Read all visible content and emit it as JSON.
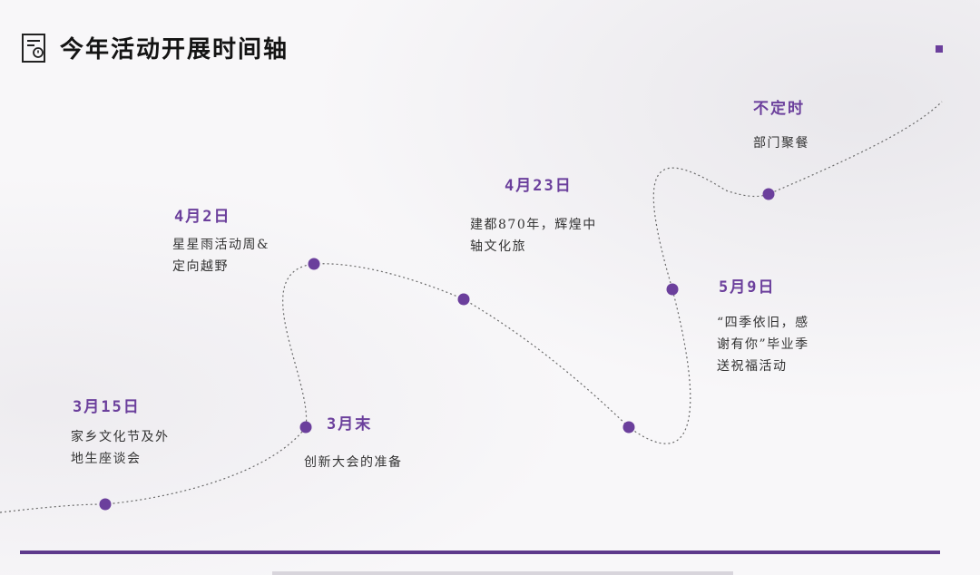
{
  "header": {
    "title": "今年活动开展时间轴"
  },
  "events": [
    {
      "date": "3月15日",
      "desc": "家乡文化节及外\n地生座谈会"
    },
    {
      "date": "3月末",
      "desc": "创新大会的准备"
    },
    {
      "date": "4月2日",
      "desc": "星星雨活动周&\n定向越野"
    },
    {
      "date": "4月23日",
      "desc": "建都870年，辉煌中\n轴文化旅"
    },
    {
      "date": "5月9日",
      "desc": "“四季依旧，感\n谢有你”毕业季\n送祝福活动"
    },
    {
      "date": "不定时",
      "desc": "部门聚餐"
    }
  ],
  "colors": {
    "accent": "#6b3f9c",
    "bar": "#5e3a8c"
  }
}
